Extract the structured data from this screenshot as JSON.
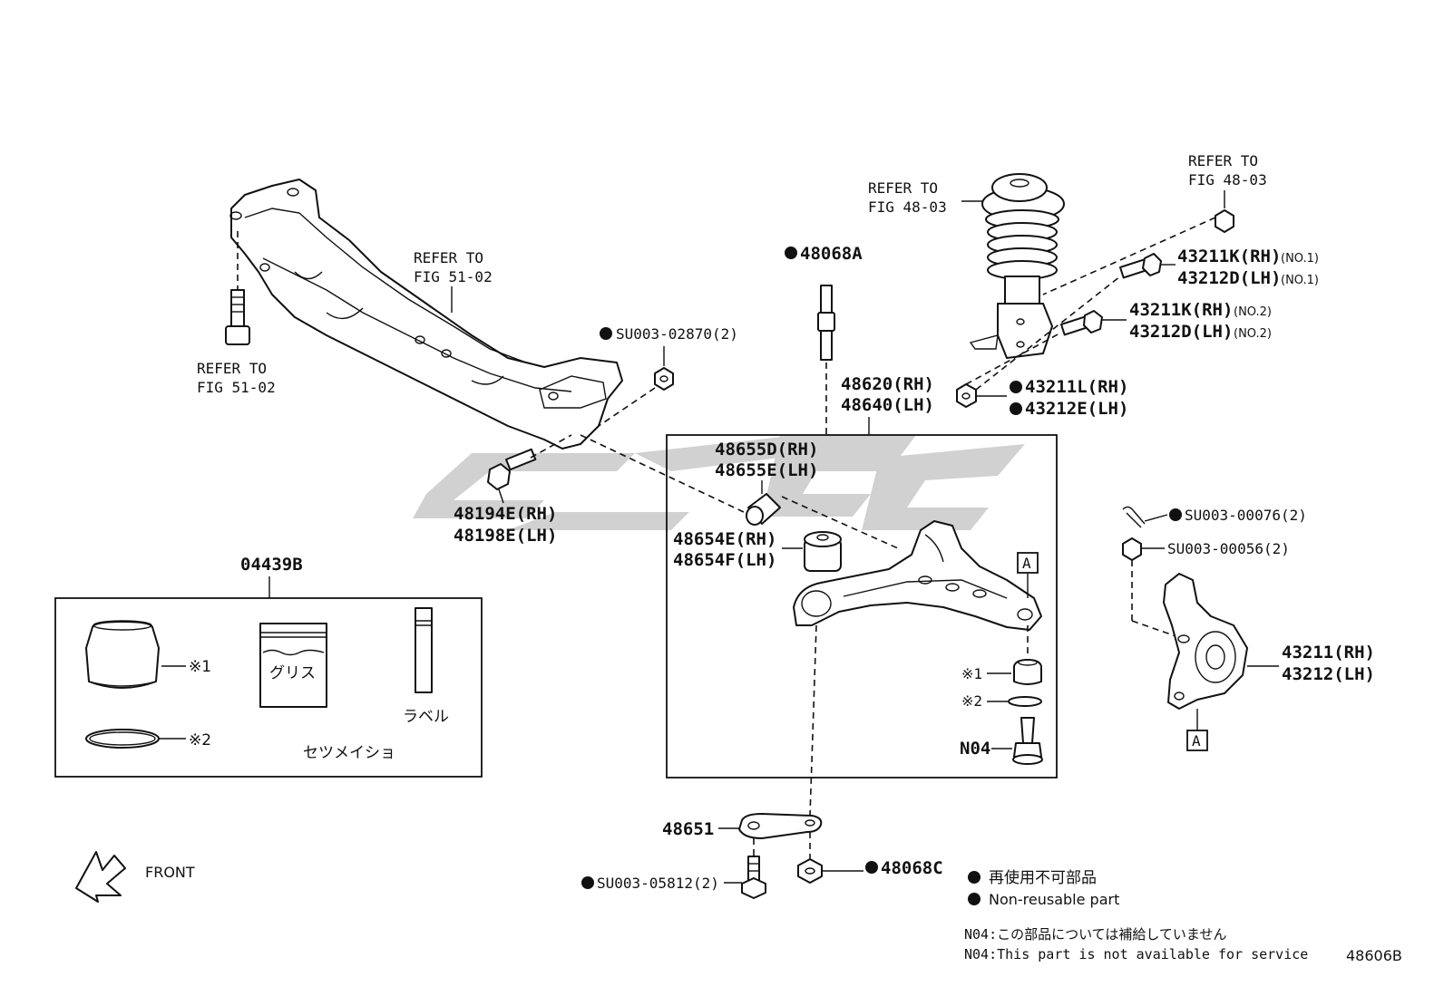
{
  "diagram": {
    "labels": {
      "refer_crossmember_bolt_1": "REFER TO",
      "refer_crossmember_bolt_2": "FIG 51-02",
      "refer_crossmember_1": "REFER TO",
      "refer_crossmember_2": "FIG 51-02",
      "su003_02870": "SU003-02870(2)",
      "p48194e": "48194E(RH)",
      "p48198e": "48198E(LH)",
      "p48068a": "48068A",
      "p48620": "48620(RH)",
      "p48640": "48640(LH)",
      "p48655d": "48655D(RH)",
      "p48655e": "48655E(LH)",
      "p48654e": "48654E(RH)",
      "p48654f": "48654F(LH)",
      "refer_strut_1": "REFER TO",
      "refer_strut_2": "FIG 48-03",
      "refer_nut_1": "REFER TO",
      "refer_nut_2": "FIG 48-03",
      "p43211k_no1": "43211K(RH)",
      "p43212d_no1": "43212D(LH)",
      "no1_a": "(NO.1)",
      "no1_b": "(NO.1)",
      "p43211k_no2": "43211K(RH)",
      "p43212d_no2": "43212D(LH)",
      "no2_a": "(NO.2)",
      "no2_b": "(NO.2)",
      "p43211l": "43211L(RH)",
      "p43212e": "43212E(LH)",
      "su003_00076": "SU003-00076(2)",
      "su003_00056": "SU003-00056(2)",
      "p43211": "43211(RH)",
      "p43212": "43212(LH)",
      "ref_a_arm": "A",
      "ref_a_knuckle": "A",
      "mark1_arm": "※1",
      "mark2_arm": "※2",
      "n04": "N04",
      "kit_part": "04439B",
      "kit_mark1": "※1",
      "kit_mark2": "※2",
      "kit_grease": "グリス",
      "kit_label": "ラベル",
      "kit_manual": "セツメイショ",
      "p48651": "48651",
      "su003_05812": "SU003-05812(2)",
      "p48068c": "48068C",
      "front": "FRONT"
    },
    "legend": {
      "jp": "再使用不可部品",
      "en": "Non-reusable part"
    },
    "notes": {
      "jp": "N04:この部品については補給していません",
      "en": "N04:This part is not available for service"
    },
    "figure_id": "48606B",
    "colors": {
      "line": "#111111",
      "watermark": "#c8c8c8"
    }
  }
}
